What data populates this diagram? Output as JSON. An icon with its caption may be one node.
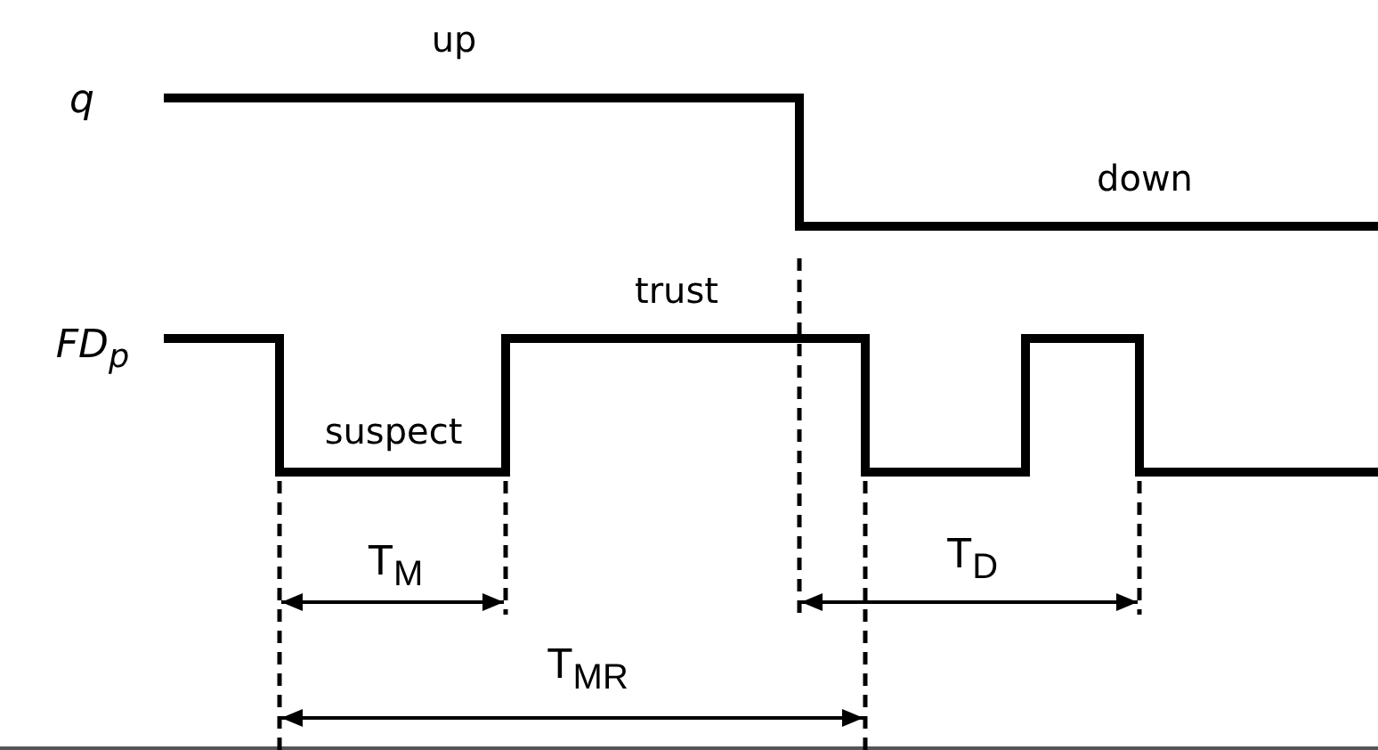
{
  "diagram": {
    "labels": [
      "up",
      "q",
      "down",
      "trust",
      "FD$_{p}$",
      "suspect",
      "T$_{M}$",
      "T$_{D}$",
      "T$_{MR}$"
    ]
  }
}
